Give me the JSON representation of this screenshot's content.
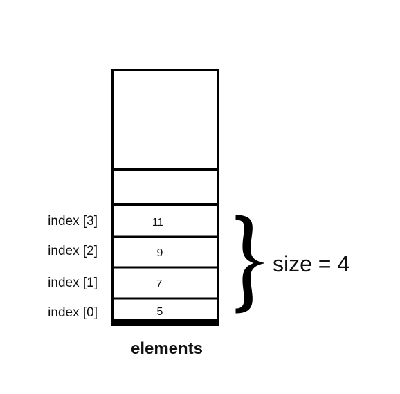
{
  "array": {
    "caption": "elements",
    "cells": [
      {
        "index_label": "index [3]",
        "value": "11"
      },
      {
        "index_label": "index [2]",
        "value": "9"
      },
      {
        "index_label": "index [1]",
        "value": "7"
      },
      {
        "index_label": "index [0]",
        "value": "5"
      }
    ]
  },
  "size_label": "size = 4"
}
